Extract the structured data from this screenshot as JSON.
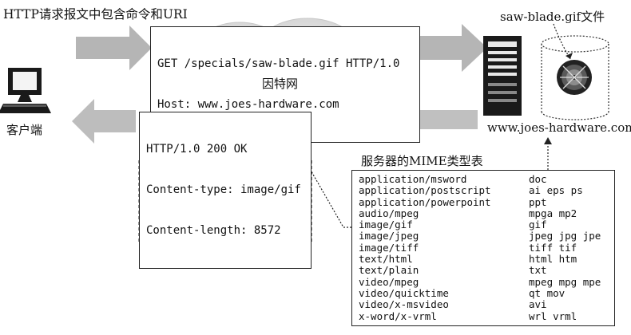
{
  "top_label": "HTTP请求报文中包含命令和URI",
  "request": {
    "line1": "GET /specials/saw-blade.gif HTTP/1.0",
    "line2": "Host: www.joes-hardware.com"
  },
  "cloud_label": "因特网",
  "client_label": "客户端",
  "file_label": "saw-blade.gif文件",
  "server_label": "www.joes-hardware.com",
  "response": {
    "line1": "HTTP/1.0 200 OK",
    "line2": "Content-type: image/gif",
    "line3": "Content-length: 8572"
  },
  "mime_title": "服务器的MIME类型表",
  "mime_table": [
    {
      "type": "application/msword",
      "ext": "doc"
    },
    {
      "type": "application/postscript",
      "ext": "ai eps ps"
    },
    {
      "type": "application/powerpoint",
      "ext": "ppt"
    },
    {
      "type": "audio/mpeg",
      "ext": "mpga mp2"
    },
    {
      "type": "image/gif",
      "ext": "gif"
    },
    {
      "type": "image/jpeg",
      "ext": "jpeg jpg jpe"
    },
    {
      "type": "image/tiff",
      "ext": "tiff tif"
    },
    {
      "type": "text/html",
      "ext": "html htm"
    },
    {
      "type": "text/plain",
      "ext": "txt"
    },
    {
      "type": "video/mpeg",
      "ext": "mpeg mpg mpe"
    },
    {
      "type": "video/quicktime",
      "ext": "qt mov"
    },
    {
      "type": "video/x-msvideo",
      "ext": "avi"
    },
    {
      "type": "x-word/x-vrml",
      "ext": "wrl vrml"
    }
  ],
  "colors": {
    "arrow": "#b4b4b4",
    "cloud": "#e2e2e2",
    "line": "#222222"
  },
  "icons": [
    "computer-icon",
    "server-tower-icon",
    "disk-cylinder-icon",
    "saw-blade-icon"
  ]
}
